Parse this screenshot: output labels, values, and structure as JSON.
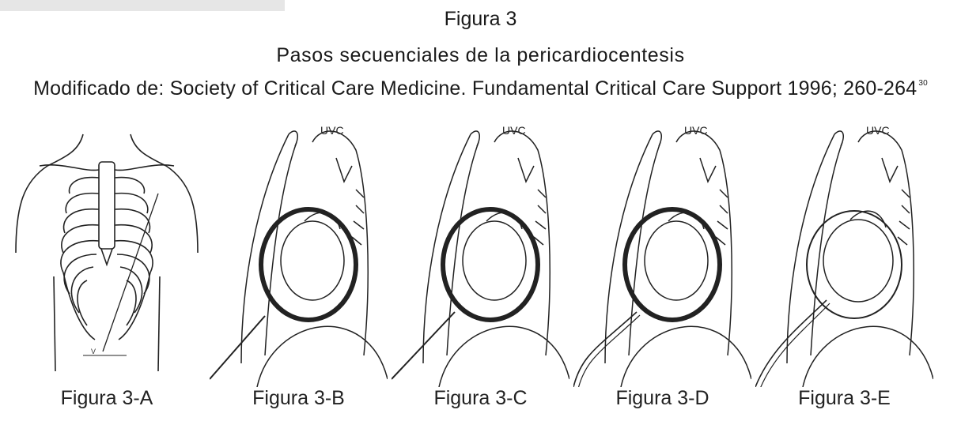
{
  "figure": {
    "title": "Figura 3",
    "subtitle": "Pasos secuenciales de la pericardiocentesis",
    "source": "Modificado de: Society of Critical Care Medicine. Fundamental Critical Care Support 1996; 260-264",
    "source_ref": "30"
  },
  "panels": [
    {
      "caption": "Figura 3-A",
      "depicts": "chest-skeleton",
      "handwritten": "V"
    },
    {
      "caption": "Figura 3-B",
      "depicts": "needle-insertion",
      "handwritten": "UVC"
    },
    {
      "caption": "Figura 3-C",
      "depicts": "needle-insertion",
      "handwritten": "UVC"
    },
    {
      "caption": "Figura 3-D",
      "depicts": "catheter-advance",
      "handwritten": "UVC"
    },
    {
      "caption": "Figura 3-E",
      "depicts": "catheter-in-place",
      "handwritten": "UVC"
    }
  ]
}
